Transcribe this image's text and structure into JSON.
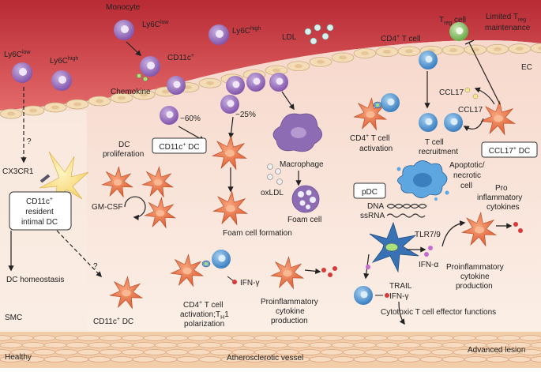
{
  "labels": {
    "ly6c_low_left": "Ly6C",
    "ly6c_low_left_sup": "low",
    "ly6c_high_left": "Ly6C",
    "ly6c_high_left_sup": "high",
    "question1": "?",
    "question2": "?",
    "cx3cr1": "CX3CR1",
    "resident_dc_l1": "CD11c",
    "resident_dc_sup": "+",
    "resident_dc_l2": "resident",
    "resident_dc_l3": "intimal DC",
    "dc_homeostasis": "DC homeostasis",
    "smc": "SMC",
    "healthy": "Healthy",
    "monocyte": "Monocyte",
    "ly6c_low_top": "Ly6C",
    "ly6c_low_top_sup": "low",
    "ly6c_high_top": "Ly6C",
    "ly6c_high_top_sup": "high",
    "cd11c_top": "CD11c",
    "cd11c_top_sup": "+",
    "chemokine": "Chemokine",
    "ldl": "LDL",
    "pct60": "~60%",
    "pct25": "~25%",
    "cd11c_dc_box": "CD11c",
    "cd11c_dc_box_sup": "+",
    "cd11c_dc_box_tail": " DC",
    "dc_prolif_l1": "DC",
    "dc_prolif_l2": "proliferation",
    "gmcsf": "GM-CSF",
    "cd11c_dc_bottom": "CD11c",
    "cd11c_dc_bottom_sup": "+",
    "cd11c_dc_bottom_tail": " DC",
    "macrophage": "Macrophage",
    "oxldl": "oxLDL",
    "foam_cell": "Foam cell",
    "foam_cell_formation": "Foam cell formation",
    "ifn_gamma_mid": "IFN-γ",
    "cd4_act_l1": "CD4",
    "cd4_act_sup": "+",
    "cd4_act_l1_tail": " T cell",
    "cd4_act_l2": "activation;T",
    "cd4_act_sub": "H",
    "cd4_act_l2_tail": "1",
    "cd4_act_l3": "polarization",
    "proinf_mid_l1": "Proinflammatory",
    "proinf_mid_l2": "cytokine",
    "proinf_mid_l3": "production",
    "atherosclerotic_vessel": "Atherosclerotic vessel",
    "cd4_tcell_top": "CD4",
    "cd4_tcell_top_sup": "+",
    "cd4_tcell_top_tail": " T cell",
    "treg": "T",
    "treg_sub": "reg",
    "treg_tail": " cell",
    "limited_l1": "Limited T",
    "limited_sub": "reg",
    "limited_l2": "maintenance",
    "ec": "EC",
    "ccl17_top": "CCL17",
    "ccl17_mid": "CCL17",
    "cd4_act_right_l1": "CD4",
    "cd4_act_right_sup": "+",
    "cd4_act_right_tail": " T cell",
    "cd4_act_right_l2": "activation",
    "tcell_recruit_l1": "T cell",
    "tcell_recruit_l2": "recruitment",
    "ccl17_dc_box": "CCL17",
    "ccl17_dc_box_sup": "+",
    "ccl17_dc_box_tail": " DC",
    "pdc": "pDC",
    "apoptotic_l1": "Apoptotic/",
    "apoptotic_l2": "necrotic",
    "apoptotic_l3": "cell",
    "dna": "DNA",
    "ssrna": "ssRNA",
    "tlr79": "TLR7/9",
    "ifn_alpha": "IFN-α",
    "pro_inf_right_l1": "Pro",
    "pro_inf_right_l2": "inflammatory",
    "pro_inf_right_l3": "cytokines",
    "proinf_right_l1": "Proinflammatory",
    "proinf_right_l2": "cytokine",
    "proinf_right_l3": "production",
    "trail": "TRAIL",
    "ifn_gamma_right": "IFN-γ",
    "cytotoxic": "Cytotoxic T cell effector functions",
    "advanced_lesion": "Advanced lesion"
  },
  "colors": {
    "lumen": "#c8343e",
    "intima": "#f6ddd0",
    "healthy_panel": "#f9ece3",
    "endothelium": "#f3dcb8",
    "media": "#f0c6a4",
    "dc": "#e2663a",
    "monocyte": "#8a5eb0",
    "tcell": "#3f8ccb",
    "treg": "#7dbd5b"
  }
}
